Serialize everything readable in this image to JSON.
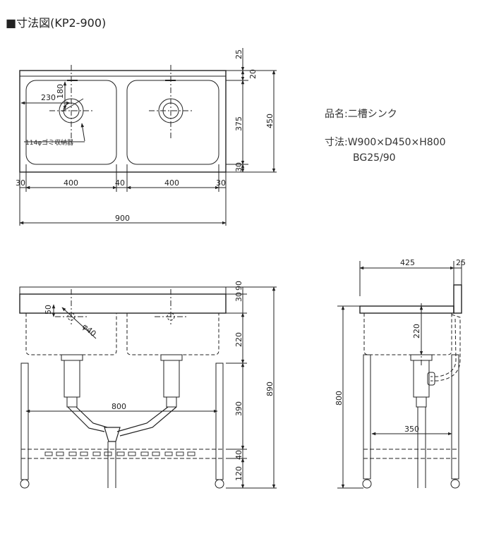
{
  "title": "■寸法図(KP2-900)",
  "product": {
    "name": "品名:二槽シンク",
    "size_line1": "寸法:W900×D450×H800",
    "size_line2": "BG25/90"
  },
  "top_view": {
    "d_backguard": "25",
    "d_rear": "20",
    "d_basin_depth": "375",
    "d_front": "30",
    "d_total_depth": "450",
    "d_drain_x": "230",
    "d_drain_y": "180",
    "d_side_left": "30",
    "d_basin_left": "400",
    "d_gap": "40",
    "d_basin_right": "400",
    "d_side_right": "30",
    "d_total_width": "900",
    "callout_drain": "114φゴミ収納器"
  },
  "front_view": {
    "d_bg": "30",
    "d_bg2": "90",
    "d_basin": "220",
    "d_mid": "390",
    "d_shelf": "40",
    "d_foot": "120",
    "d_total_height": "890",
    "d_drain_pipe": "800",
    "d_overflow_off": "50",
    "d_overflow_dia": "φ40"
  },
  "side_view": {
    "d_depth": "425",
    "d_bg_thick": "25",
    "d_basin": "220",
    "d_height": "800",
    "d_drain_pos": "350"
  }
}
